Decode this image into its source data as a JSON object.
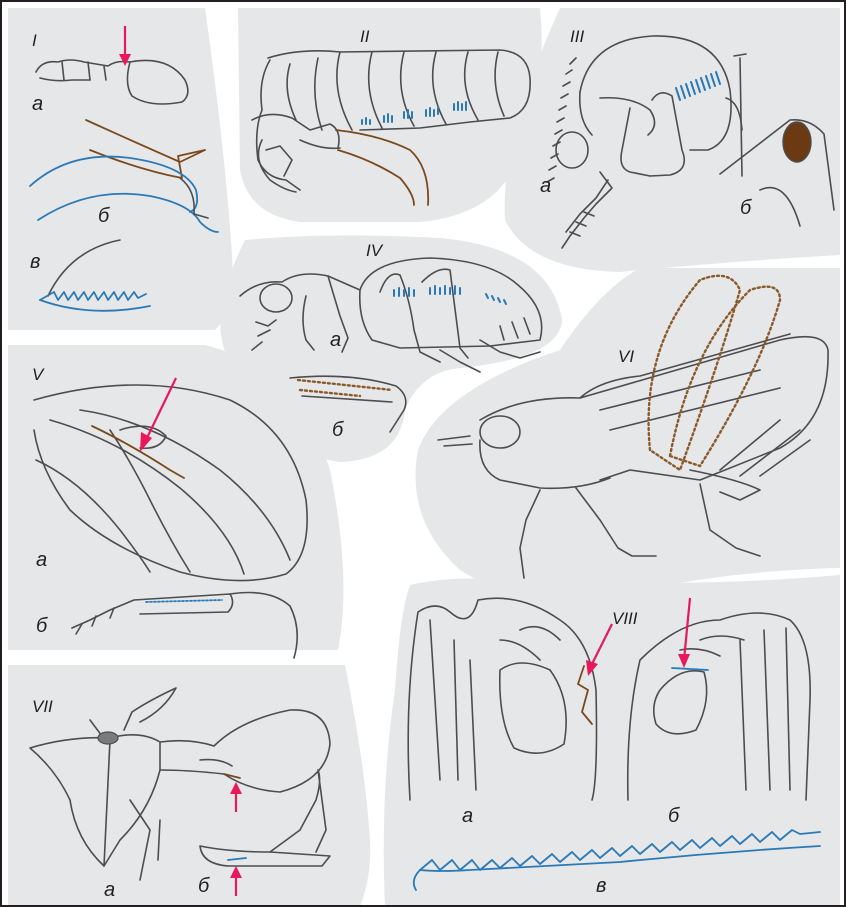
{
  "colors": {
    "panel": "#e6e7e8",
    "line": "#4d4d4f",
    "brown_structure": "#7b4a1c",
    "blue_structure": "#2a7ab8",
    "arrow": "#e8185b"
  },
  "figures": {
    "I": {
      "numeral": "I",
      "sub": [
        "а",
        "б",
        "в"
      ]
    },
    "II": {
      "numeral": "II"
    },
    "III": {
      "numeral": "III",
      "sub": [
        "а",
        "б"
      ]
    },
    "IV": {
      "numeral": "IV",
      "sub": [
        "а",
        "б"
      ]
    },
    "V": {
      "numeral": "V",
      "sub": [
        "а",
        "б"
      ]
    },
    "VI": {
      "numeral": "VI"
    },
    "VII": {
      "numeral": "VII",
      "sub": [
        "а",
        "б"
      ]
    },
    "VIII": {
      "numeral": "VIII",
      "sub": [
        "а",
        "б",
        "в"
      ]
    }
  }
}
